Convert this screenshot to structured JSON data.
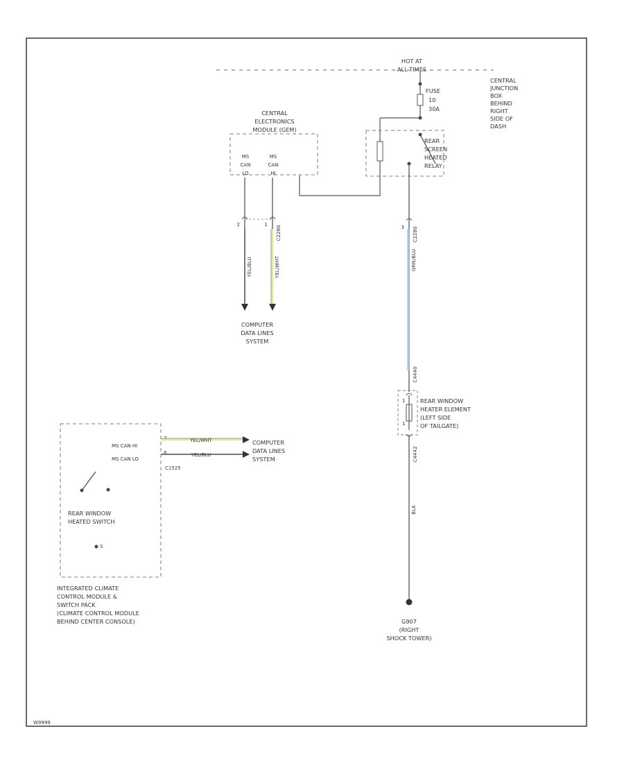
{
  "diagram_id": "W9999",
  "hot_label": [
    "HOT AT",
    "ALL TIMES"
  ],
  "fuse": [
    "FUSE",
    "10",
    "30A"
  ],
  "cjb_label": [
    "CENTRAL",
    "JUNCTION",
    "BOX",
    "BEHIND",
    "RIGHT",
    "SIDE OF",
    "DASH"
  ],
  "cem_label": [
    "CENTRAL",
    "ELECTRONICS",
    "MODULE (GEM)"
  ],
  "cem_pins": {
    "lo_text": [
      "MS",
      "CAN",
      "LO"
    ],
    "hi_text": [
      "MS",
      "CAN",
      "HI"
    ],
    "lo_pin": "2",
    "hi_pin": "1",
    "connector": "C2280"
  },
  "cem_wires": {
    "lo_color": "YEL/BLU",
    "hi_color": "YEL/WHT"
  },
  "computer_data_top": [
    "COMPUTER",
    "DATA LINES",
    "SYSTEM"
  ],
  "relay_label": [
    "REAR",
    "SCREEN",
    "HEATED",
    "RELAY"
  ],
  "relay_out": {
    "pin": "3",
    "connector": "C2280",
    "wire_color": "GRN/BLU"
  },
  "heater": {
    "connector_top": "C4440",
    "label": [
      "REAR WINDOW",
      "HEATER ELEMENT",
      "(LEFT SIDE",
      "OF TAILGATE)"
    ],
    "pin_top": "1",
    "pin_bottom": "1",
    "connector_bottom": "C4442",
    "ground_wire": "BLK"
  },
  "ground": [
    "G907",
    "(RIGHT",
    "SHOCK TOWER)"
  ],
  "iccm": {
    "pin_hi_label": "MS CAN HI",
    "pin_lo_label": "MS CAN LO",
    "pin_hi": "7",
    "pin_lo": "8",
    "connector": "C1525",
    "switch_label": [
      "REAR WINDOW",
      "HEATED SWITCH"
    ],
    "wire_hi": "YEL/WHT",
    "wire_lo": "YEL/BLU",
    "caption": [
      "INTEGRATED CLIMATE",
      "CONTROL MODULE &",
      "SWITCH PACK",
      "(CLIMATE CONTROL MODULE",
      "BEHIND CENTER CONSOLE)"
    ],
    "fuse_glyph": "S"
  },
  "computer_data_left": [
    "COMPUTER",
    "DATA LINES",
    "SYSTEM"
  ],
  "colors": {
    "border": "#444444",
    "wire": "#555555",
    "yellow_wire": "#e8e890",
    "blue_wire": "#9ab8dc",
    "dashed": "#999999"
  }
}
